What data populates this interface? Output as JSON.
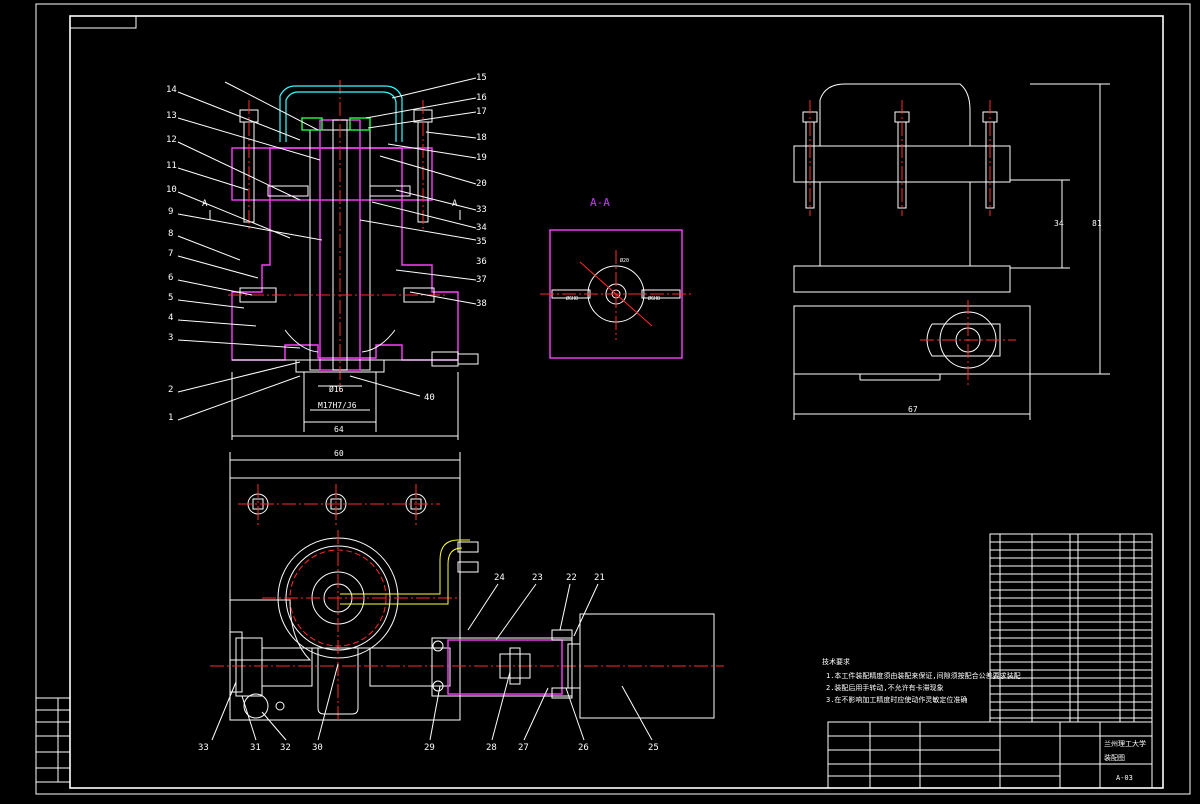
{
  "section_label": "A-A",
  "section_marker": "A",
  "dimensions": {
    "front_diameter": "Ø16",
    "front_fit": "M17H7/J6",
    "front_width": "64",
    "top_width": "60",
    "side_h1": "34",
    "side_h2": "81",
    "side_w": "67",
    "aa_dim1": "Ø6H8",
    "aa_dim2": "Ø20",
    "aa_dim3": "Ø6H8"
  },
  "tech_req": {
    "title": "技术要求",
    "lines": [
      "1.本工件装配精度须由装配来保证,间隙须按配合公差要求装配",
      "2.装配后用手转动,不允许有卡滞现象",
      "3.在不影响加工精度时应使动作灵敏定位准确"
    ]
  },
  "title_block": {
    "school": "兰州理工大学",
    "drawing": "装配图",
    "code": "A-03"
  },
  "left_labels": [
    "14",
    "13",
    "12",
    "11",
    "10",
    "9",
    "8",
    "7",
    "6",
    "5",
    "4",
    "3",
    "2",
    "1"
  ],
  "right_labels": [
    "15",
    "16",
    "17",
    "18",
    "19",
    "20",
    "33",
    "34",
    "35",
    "36",
    "37",
    "38",
    "40"
  ],
  "bottom_labels_top": [
    "24",
    "23",
    "22",
    "21"
  ],
  "bottom_labels_bottom": [
    "33",
    "31",
    "32",
    "30",
    "29",
    "28",
    "27",
    "26",
    "25"
  ]
}
